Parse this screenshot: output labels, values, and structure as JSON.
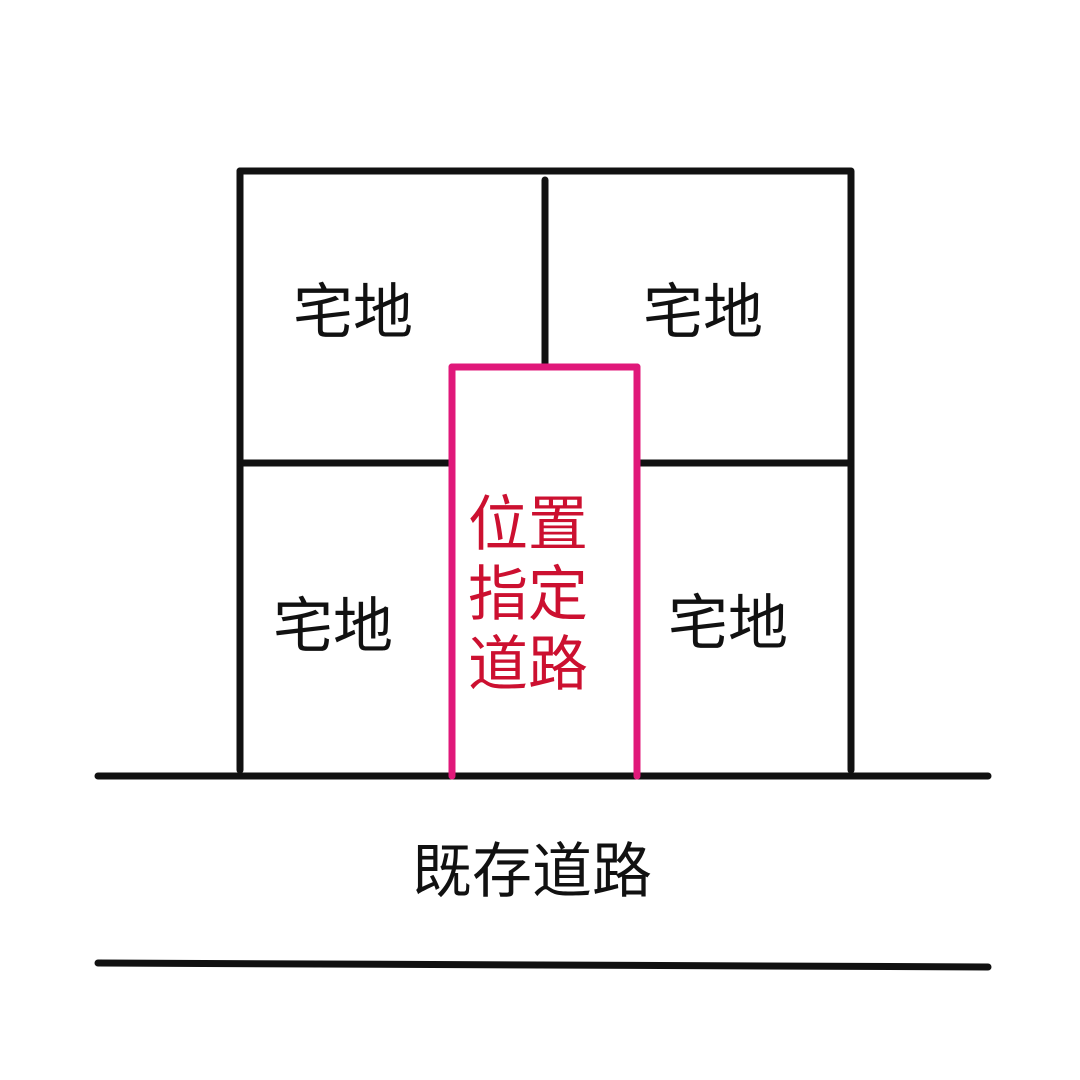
{
  "colors": {
    "line": "#111111",
    "designated_road_outline": "#e0187a",
    "designated_road_text": "#cc1030"
  },
  "lots": {
    "top_left": "宅地",
    "top_right": "宅地",
    "bottom_left": "宅地",
    "bottom_right": "宅地"
  },
  "designated_road": {
    "label": "位置指定道路"
  },
  "existing_road": {
    "label": "既存道路"
  }
}
